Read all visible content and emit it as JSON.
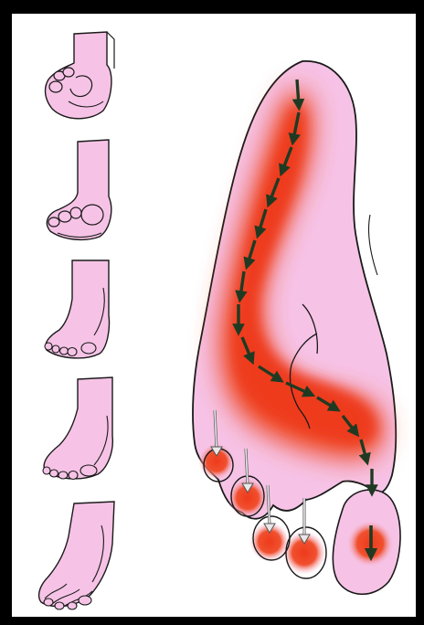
{
  "figure": {
    "panel_names": [
      "foot-view-1",
      "foot-view-2",
      "foot-view-3",
      "foot-view-4",
      "foot-view-5"
    ],
    "colors": {
      "background": "#ffffff",
      "border": "#000000",
      "skin": "#f6c3e6",
      "skin_shade": "#eea9d8",
      "outline": "#1a1a1a",
      "pressure_core": "#ee3a1c",
      "pressure_mid": "#f47f72",
      "arrow_dark": "#1f3a22",
      "arrow_light": "#e8e8e8"
    },
    "icons": [
      "arrow-down-icon"
    ]
  }
}
